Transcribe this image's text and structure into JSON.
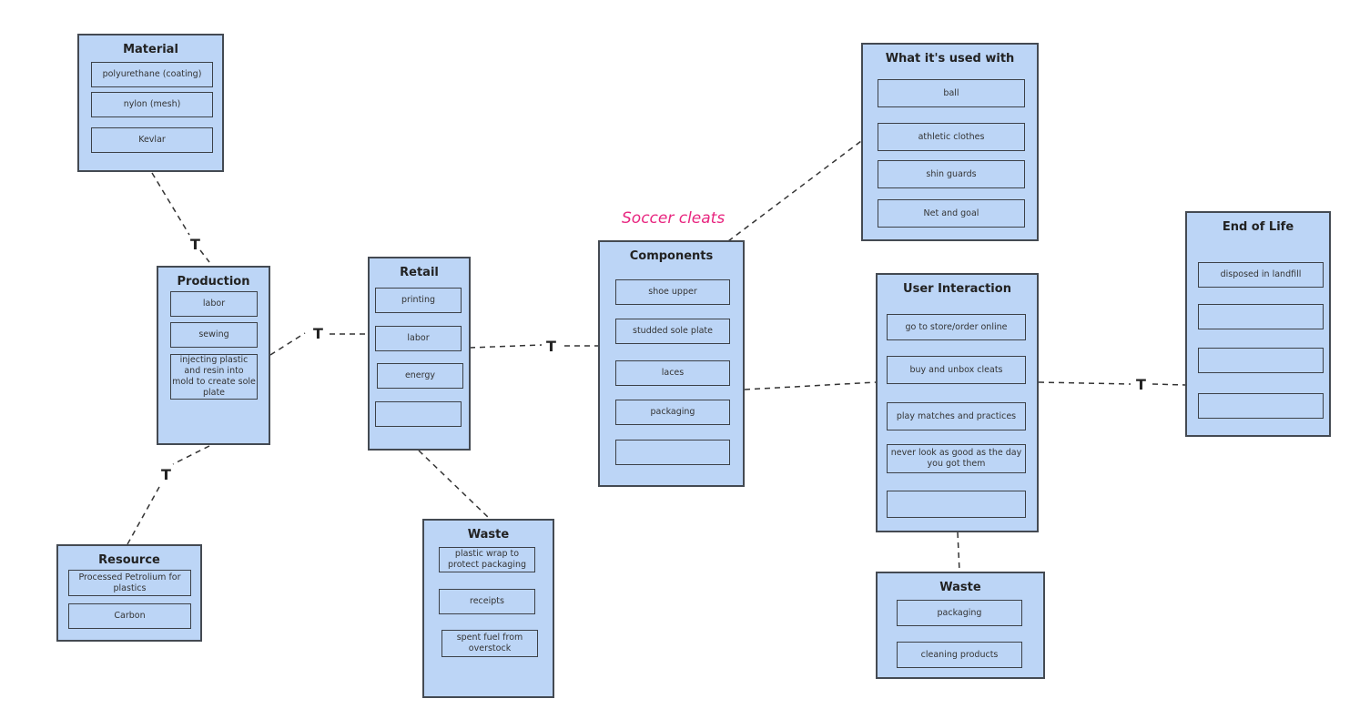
{
  "diagram_title": "Soccer cleats",
  "t_label": "T",
  "material": {
    "title": "Material",
    "items": [
      "polyurethane (coating)",
      "nylon (mesh)",
      "Kevlar"
    ]
  },
  "production": {
    "title": "Production",
    "items": [
      "labor",
      "sewing",
      "injecting plastic and resin into mold to create sole plate"
    ]
  },
  "resource": {
    "title": "Resource",
    "items": [
      "Processed Petrolium for plastics",
      "Carbon"
    ]
  },
  "retail": {
    "title": "Retail",
    "items": [
      "printing",
      "labor",
      "energy",
      ""
    ]
  },
  "waste_retail": {
    "title": "Waste",
    "items": [
      "plastic wrap to protect packaging",
      "receipts",
      "spent fuel from overstock"
    ]
  },
  "components": {
    "title": "Components",
    "items": [
      "shoe upper",
      "studded sole plate",
      "laces",
      "packaging",
      ""
    ]
  },
  "used_with": {
    "title": "What it's used with",
    "items": [
      "ball",
      "athletic clothes",
      "shin guards",
      "Net and goal"
    ]
  },
  "user_interaction": {
    "title": "User Interaction",
    "items": [
      "go to store/order online",
      "buy and unbox cleats",
      "play matches and practices",
      "never look as good as the day you got them",
      ""
    ]
  },
  "waste_user": {
    "title": "Waste",
    "items": [
      "packaging",
      "cleaning products"
    ]
  },
  "end_of_life": {
    "title": "End of Life",
    "items": [
      "disposed in landfill",
      "",
      "",
      ""
    ]
  }
}
